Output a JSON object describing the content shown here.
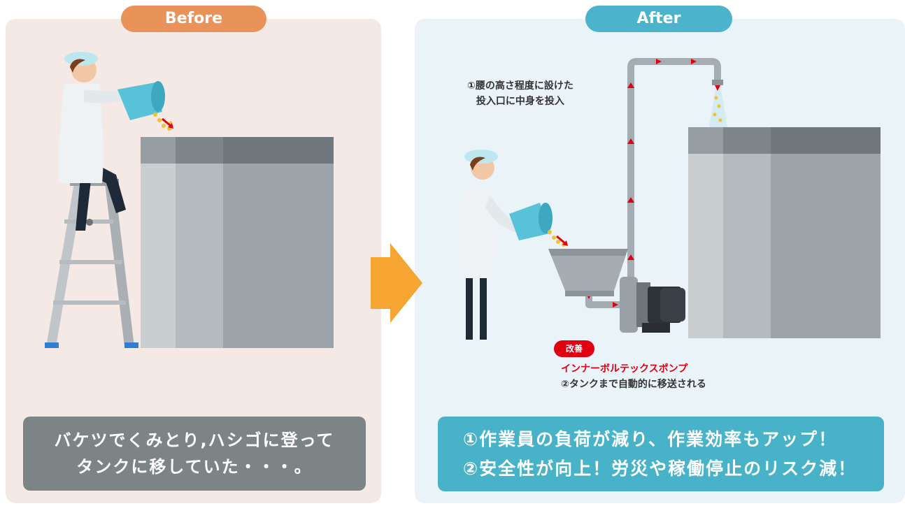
{
  "before": {
    "label": "Before",
    "summary_line1": "バケツでくみとり,ハシゴに登って",
    "summary_line2": "タンクに移していた・・・。"
  },
  "after": {
    "label": "After",
    "step1_line1": "①腰の高さ程度に設けた",
    "step1_line2": "投入口に中身を投入",
    "badge": "改善",
    "pump_name": "インナーボルテックスポンプ",
    "step2": "②タンクまで自動的に移送される",
    "summary_line1": "①作業員の負荷が減り、作業効率もアップ！",
    "summary_line2": "②安全性が向上！労災や稼働停止のリスク減！"
  },
  "colors": {
    "before_accent": "#e9925a",
    "after_accent": "#4bb3cc",
    "transition_arrow": "#f6a432",
    "flow_arrow": "#e00012"
  }
}
